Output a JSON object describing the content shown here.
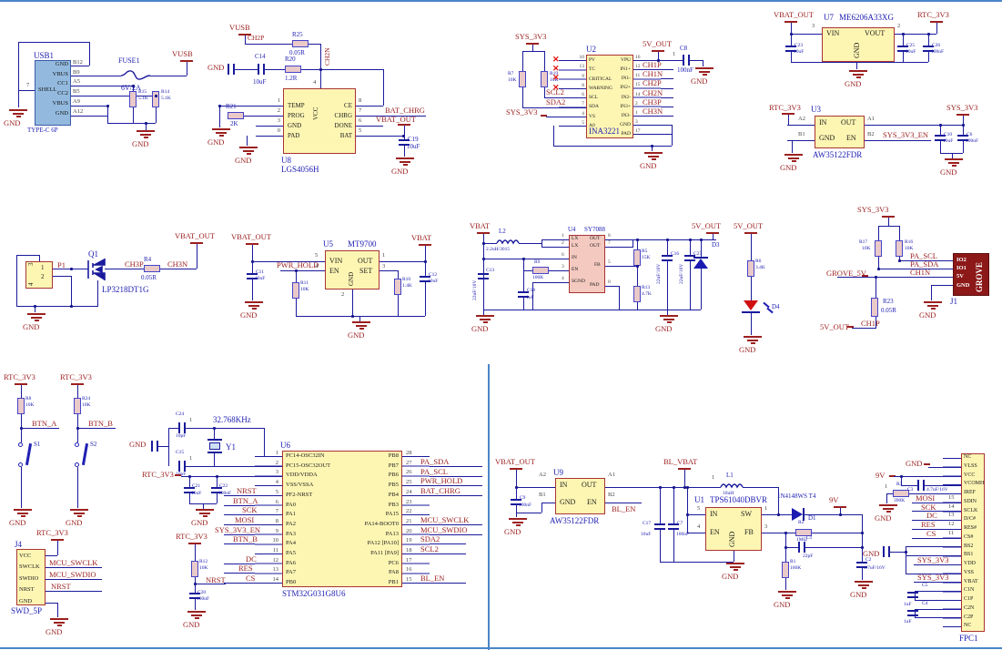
{
  "nets": {
    "gnd": "GND",
    "vusb": "VUSB",
    "sys": "SYS_3V3",
    "rtc": "RTC_3V3",
    "vbato": "VBAT_OUT",
    "vbat": "VBAT",
    "v5": "5V_OUT",
    "v9": "9V",
    "batchrg": "BAT_CHRG",
    "pwrhold": "PWR_HOLD",
    "scl2": "SCL2",
    "sda2": "SDA2",
    "ch1p": "CH1P",
    "ch1n": "CH1N",
    "ch2p": "CH2P",
    "ch2n": "CH2N",
    "ch3p": "CH3P",
    "ch3n": "CH3N",
    "pascl": "PA_SCL",
    "pasda": "PA_SDA",
    "grove5": "GROVE_5V",
    "sysen": "SYS_3V3_EN",
    "btna": "BTN_A",
    "btnb": "BTN_B",
    "mswclk": "MCU_SWCLK",
    "mswdio": "MCU_SWDIO",
    "nrst": "NRST",
    "blen": "BL_EN",
    "blvbat": "BL_VBAT",
    "mosi": "MOSI",
    "sck": "SCK",
    "dc": "DC",
    "res": "RES",
    "cs": "CS",
    "p1": "P1",
    "one": "1"
  },
  "icons": {
    "x": "✕"
  },
  "parts": {
    "usb1": [
      "USB1",
      "TYPE-C 6P"
    ],
    "fuse1": [
      "FUSE1",
      "6V/2A"
    ],
    "r15": [
      "R15",
      "5.1K"
    ],
    "r14": [
      "R14",
      "5.1K"
    ],
    "u8": [
      "U8",
      "LGS4056H"
    ],
    "r25": [
      "R25",
      "0.05R"
    ],
    "r20": [
      "R20",
      "1.2R"
    ],
    "r21": [
      "R21",
      "2K"
    ],
    "c14": [
      "C14",
      "10uF"
    ],
    "c19": [
      "C19",
      "10uF"
    ],
    "u2": [
      "U2",
      "INA3221"
    ],
    "r7": [
      "R7",
      "10K"
    ],
    "r19": [
      "R19",
      "10K"
    ],
    "c8": [
      "C8",
      "100nF"
    ],
    "u7": [
      "U7",
      "ME6206A33XG"
    ],
    "c23": [
      "C23",
      "10uF"
    ],
    "c25": [
      "C25",
      "10uF"
    ],
    "c26": [
      "C26",
      "100nF"
    ],
    "u3": [
      "U3",
      "AW35122FDR"
    ],
    "c10": [
      "C10",
      "10uF"
    ],
    "c6": [
      "C6",
      "100nF"
    ],
    "q1": [
      "Q1",
      "LP3218DT1G"
    ],
    "r4": [
      "R4",
      "0.05R"
    ],
    "u5": [
      "U5",
      "MT9700"
    ],
    "c11": [
      "C11",
      "10uF"
    ],
    "r11": [
      "R11",
      "10K"
    ],
    "r10": [
      "R10",
      "1.4K"
    ],
    "c12": [
      "C12",
      "10uF"
    ],
    "u4": [
      "U4",
      "SY7088"
    ],
    "l2": [
      "L2",
      "2.2uH/3015"
    ],
    "c13": [
      "C13",
      "22uF/10V"
    ],
    "c18": [
      "C18",
      "1uF"
    ],
    "r9": [
      "R9",
      "100K"
    ],
    "r5": [
      "R5",
      "15K"
    ],
    "r13": [
      "R13",
      "4.7K"
    ],
    "c16": [
      "C16",
      "22uF/10V"
    ],
    "c27": [
      "C27",
      "22uF/10V"
    ],
    "d3": [
      "D3"
    ],
    "d4": [
      "D4"
    ],
    "r6": [
      "R6",
      "3.4K"
    ],
    "r17": [
      "R17",
      "10K"
    ],
    "r16": [
      "R16",
      "10K"
    ],
    "r23": [
      "R23",
      "0.05R"
    ],
    "j1": [
      "J1"
    ],
    "r8": [
      "R8",
      "10K"
    ],
    "r24": [
      "R24",
      "10K"
    ],
    "s1": [
      "S1"
    ],
    "s2": [
      "S2"
    ],
    "j4": [
      "J4",
      "SWD_5P"
    ],
    "y1": [
      "Y1",
      "32.768KHz"
    ],
    "c24": [
      "C24",
      "10pF"
    ],
    "c15": [
      "C15",
      "10pF"
    ],
    "c21": [
      "C21",
      "10uF"
    ],
    "c22": [
      "C22",
      "100nF"
    ],
    "r12": [
      "R12",
      "10K"
    ],
    "c20": [
      "C20",
      "100nF"
    ],
    "u6": [
      "U6",
      "STM32G031G8U6"
    ],
    "u9": [
      "U9",
      "AW35122FDR"
    ],
    "c9": [
      "C9",
      "100nF"
    ],
    "c17": [
      "C17",
      "10uF"
    ],
    "c7": [
      "C7",
      "100nF"
    ],
    "u1": [
      "U1",
      "TPS61040DBVR"
    ],
    "l1": [
      "L1",
      "10uH"
    ],
    "d1": [
      "D1",
      "1N4148WS T4"
    ],
    "r2": [
      "R2",
      "1MΩ"
    ],
    "c1": [
      "C1",
      "22pF"
    ],
    "r1": [
      "R1",
      "160K"
    ],
    "c2": [
      "C2",
      "4.7uF/16V"
    ],
    "fpc1": [
      "FPC1"
    ],
    "c3": [
      "C3",
      "4.7uF/16V"
    ],
    "r3": [
      "R3",
      "390K"
    ],
    "c5": [
      "C5",
      "1uF"
    ],
    "c4": [
      "C4",
      "1uF"
    ]
  },
  "usb1": {
    "pins": [
      "GND",
      "VBUS",
      "CC1",
      "CC2",
      "VBUS",
      "GND"
    ],
    "nums": [
      "B12",
      "B9",
      "A5",
      "B5",
      "A9",
      "A12"
    ],
    "shell": "SHELL",
    "shellnum": "7"
  },
  "u8": {
    "left": [
      "TEMP",
      "PROG",
      "GND",
      "PAD"
    ],
    "lnum": [
      "1",
      "2",
      "3",
      "0"
    ],
    "right": [
      "CE",
      "CHRG",
      "DONE",
      "BAT"
    ],
    "rnum": [
      "8",
      "7",
      "6",
      "5"
    ],
    "top": "VCC",
    "topnum": "4"
  },
  "u2": {
    "left": [
      "PV",
      "TC",
      "CRITICAL",
      "WARNING",
      "SCL",
      "SDA",
      "VS",
      "A0"
    ],
    "lnum": [
      "10",
      "13",
      "9",
      "8",
      "6",
      "7",
      "4",
      "5"
    ],
    "right": [
      "VPU",
      "IN1+",
      "IN1-",
      "IN2+",
      "IN2-",
      "IN3+",
      "IN3-",
      "GND",
      "PAD"
    ],
    "rnum": [
      "16",
      "12",
      "11",
      "15",
      "14",
      "2",
      "1",
      "3",
      "17"
    ]
  },
  "u7": {
    "left": "VIN",
    "lnum": "3",
    "right": "VOUT",
    "rnum": "2",
    "bottom": "GND"
  },
  "u3": {
    "left": [
      "IN",
      "GND"
    ],
    "lnum": [
      "A2",
      "B1"
    ],
    "right": [
      "OUT",
      "EN"
    ],
    "rnum": [
      "A1",
      "B2"
    ]
  },
  "p1": {
    "n1": "1",
    "n2": "2",
    "n3": "3",
    "n4": "4"
  },
  "u5": {
    "left": [
      "VIN",
      "EN"
    ],
    "lnum": [
      "5",
      "4"
    ],
    "right": [
      "OUT",
      "SET"
    ],
    "rnum": [
      "1",
      "3"
    ],
    "bottom": "GND",
    "botnum": "2"
  },
  "u4": {
    "left": [
      "LX",
      "LX",
      "IN",
      "EN",
      "SGND"
    ],
    "lnum": [
      "1",
      "2",
      "6",
      "3",
      "4"
    ],
    "right": [
      "OUT",
      "OUT",
      "FB",
      "PAD"
    ],
    "rnum": [
      "8",
      "7",
      "5",
      "0"
    ]
  },
  "j1": {
    "pins": [
      "IO2",
      "IO1",
      "5V",
      "GND"
    ],
    "title": "GROVE"
  },
  "j4": {
    "pins": [
      "VCC",
      "SWCLK",
      "SWDIO",
      "NRST",
      "GND"
    ]
  },
  "u6": {
    "left": [
      "PC14-OSC32IN",
      "PC15-OSC32OUT",
      "VDD/VDDA",
      "VSS/VSSA",
      "PF2-NRST",
      "PA0",
      "PA1",
      "PA2",
      "PA3",
      "PA4",
      "PA5",
      "PA6",
      "PA7",
      "PB0"
    ],
    "lnum": [
      "1",
      "2",
      "3",
      "4",
      "5",
      "6",
      "7",
      "8",
      "9",
      "10",
      "11",
      "12",
      "13",
      "14"
    ],
    "right": [
      "PB8",
      "PB7",
      "PB6",
      "PB5",
      "PB4",
      "PB3",
      "PA15",
      "PA14-BOOT0",
      "PA13",
      "PA12 [PA10]",
      "PA11 [PA9]",
      "PC6",
      "PA8",
      "PB1"
    ],
    "rnum": [
      "28",
      "27",
      "26",
      "25",
      "24",
      "23",
      "22",
      "21",
      "20",
      "19",
      "18",
      "17",
      "16",
      "15"
    ]
  },
  "u9": {
    "left": [
      "IN",
      "GND"
    ],
    "lnum": [
      "A2",
      "B1"
    ],
    "right": [
      "OUT",
      "EN"
    ],
    "rnum": [
      "A1",
      "B2"
    ]
  },
  "u1": {
    "left": [
      "IN",
      "EN"
    ],
    "lnum": [
      "5",
      "4"
    ],
    "right": [
      "SW",
      "FB"
    ],
    "rnum": [
      "1",
      "3"
    ],
    "bottom": "GND"
  },
  "fpc": {
    "pins": [
      "NC",
      "VLSS",
      "VCC",
      "VCOMH",
      "IREF",
      "SDIN",
      "SCLK",
      "D/C#",
      "RES#",
      "CS#",
      "BS2",
      "BS1",
      "VDD",
      "VSS",
      "VBAT",
      "C1N",
      "C1P",
      "C2N",
      "C2P",
      "NC"
    ],
    "nums": [
      "15",
      "14",
      "13",
      "12",
      "11"
    ]
  }
}
